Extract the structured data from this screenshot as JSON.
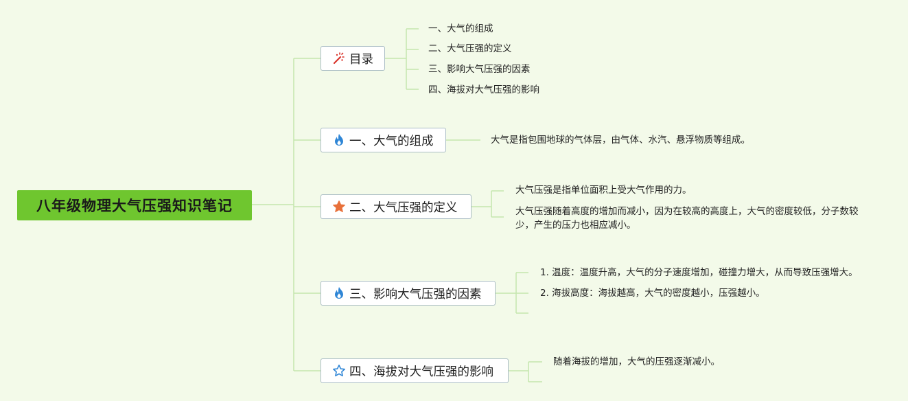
{
  "root": {
    "title": "八年级物理大气压强知识笔记"
  },
  "branches": [
    {
      "label": "目录",
      "icon": "magic-wand-icon",
      "children": [
        "一、大气的组成",
        "二、大气压强的定义",
        "三、影响大气压强的因素",
        "四、海拔对大气压强的影响"
      ]
    },
    {
      "label": "一、大气的组成",
      "icon": "flame-icon",
      "children": [
        "大气是指包围地球的气体层，由气体、水汽、悬浮物质等组成。"
      ]
    },
    {
      "label": "二、大气压强的定义",
      "icon": "star-filled-icon",
      "children": [
        "大气压强是指单位面积上受大气作用的力。",
        "大气压强随着高度的增加而减小，因为在较高的高度上，大气的密度较低，分子数较少，产生的压力也相应减小。"
      ]
    },
    {
      "label": "三、影响大气压强的因素",
      "icon": "flame-icon",
      "children": [
        "1. 温度：温度升高，大气的分子速度增加，碰撞力增大，从而导致压强增大。",
        "2. 海拔高度：海拔越高，大气的密度越小，压强越小。"
      ]
    },
    {
      "label": "四、海拔对大气压强的影响",
      "icon": "star-outline-icon",
      "children": [
        "随着海拔的增加，大气的压强逐渐减小。"
      ]
    }
  ],
  "colors": {
    "background": "#f3fae9",
    "root": "#6fc62f",
    "connector": "#c5e6ae",
    "flame": "#2f86d6",
    "star": "#e8703a",
    "wand": "#d9342b"
  }
}
